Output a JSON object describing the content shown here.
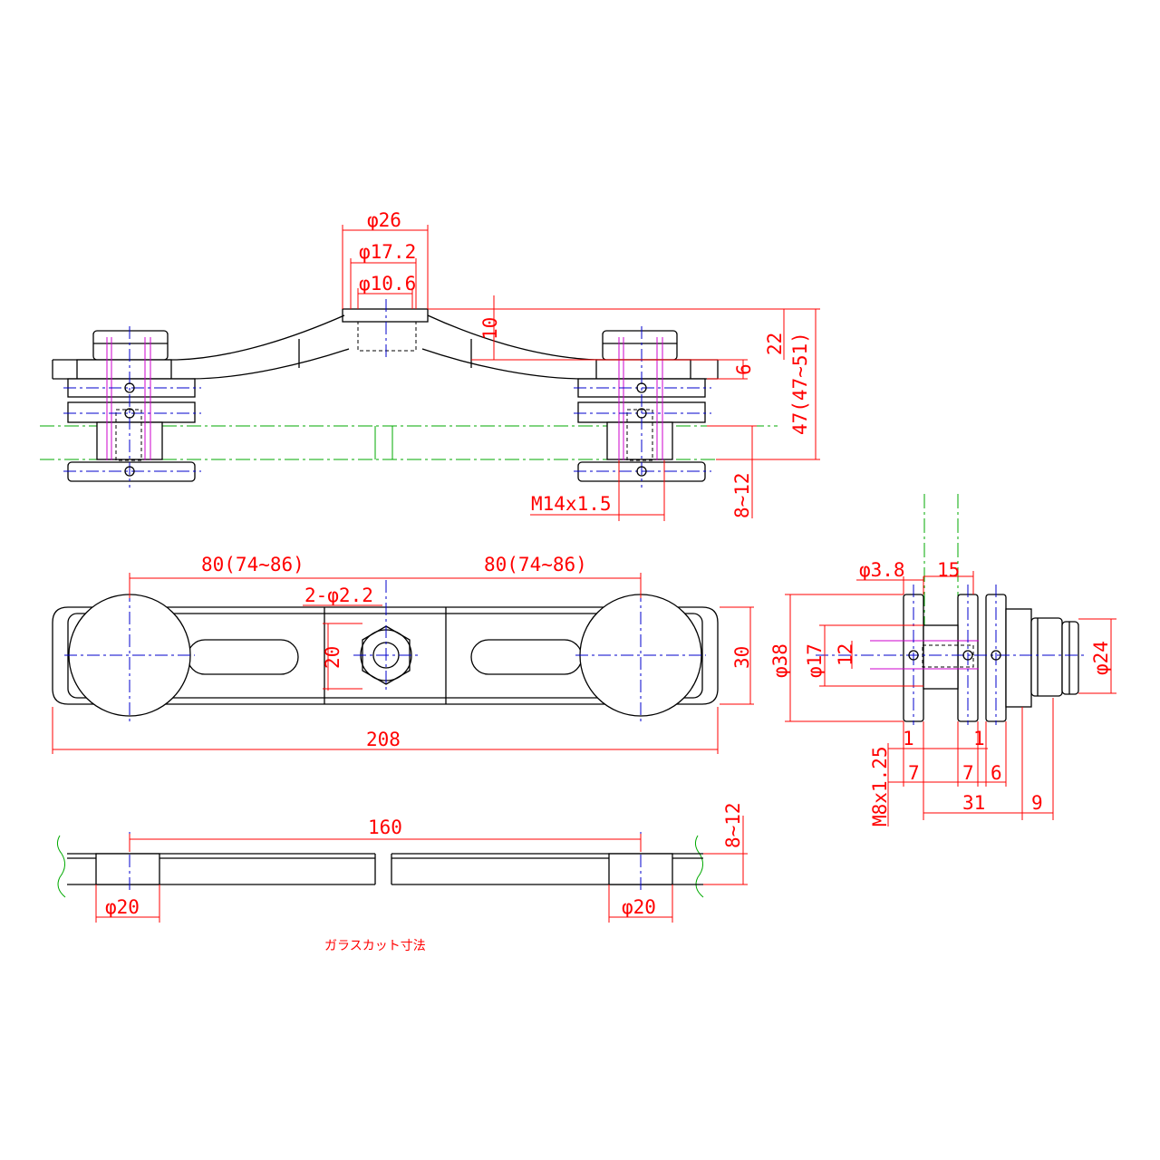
{
  "labels": {
    "phi26": "φ26",
    "phi17_2": "φ17.2",
    "phi10_6": "φ10.6",
    "d10": "10",
    "d22": "22",
    "d6_top": "6",
    "d47": "47(47~51)",
    "d8_12_front": "8~12",
    "m14": "M14x1.5",
    "span_left": "80(74~86)",
    "span_right": "80(74~86)",
    "holes": "2-φ2.2",
    "d20": "20",
    "d30": "30",
    "d208": "208",
    "phi3_8": "φ3.8",
    "d15": "15",
    "phi38": "φ38",
    "phi17": "φ17",
    "d12": "12",
    "phi24": "φ24",
    "d1_left": "1",
    "d1_right": "1",
    "d7_left": "7",
    "d7_right": "7",
    "d6_side": "6",
    "m8": "M8x1.25",
    "d31": "31",
    "d9": "9",
    "d160": "160",
    "d8_12_glass": "8~12",
    "phi20_left": "φ20",
    "phi20_right": "φ20",
    "note": "ガラスカット寸法"
  }
}
